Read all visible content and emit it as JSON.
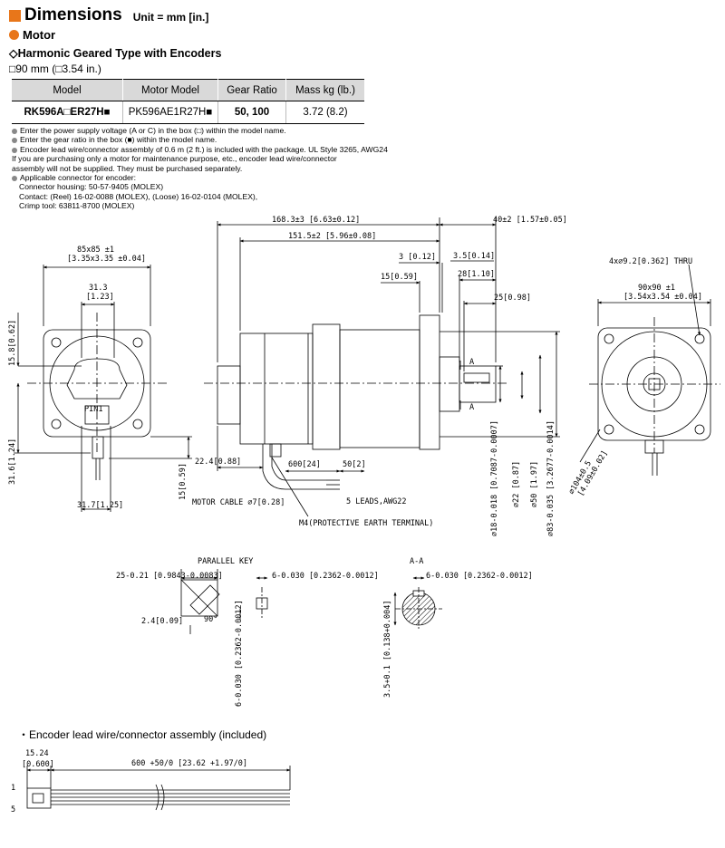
{
  "header": {
    "title": "Dimensions",
    "unit": "Unit = mm [in.]"
  },
  "section": "Motor",
  "subtitle": "◇Harmonic Geared Type with Encoders",
  "frame_size": "□90 mm (□3.54 in.)",
  "table": {
    "headers": [
      "Model",
      "Motor Model",
      "Gear Ratio",
      "Mass kg (lb.)"
    ],
    "row": [
      "RK596A□ER27H■",
      "PK596AE1R27H■",
      "50, 100",
      "3.72 (8.2)"
    ]
  },
  "notes": [
    "Enter the power supply voltage (A or C) in the box (□) within the model name.",
    "Enter the gear ratio in the box (■) within the model name.",
    "Encoder lead wire/connector assembly of 0.6 m (2 ft.) is included with the package. UL Style 3265, AWG24",
    "If you are purchasing only a motor for maintenance purpose, etc., encoder lead wire/connector",
    "assembly will not be supplied. They must be purchased separately.",
    "Applicable connector for encoder:",
    "Connector housing: 50-57-9405 (MOLEX)",
    "Contact: (Reel) 16-02-0088 (MOLEX), (Loose) 16-02-0104 (MOLEX),",
    "Crimp tool: 63811-8700 (MOLEX)"
  ],
  "dims": {
    "d85": "85x85 ±1",
    "d85in": "[3.35x3.35 ±0.04]",
    "d313": "31.3",
    "d123": "[1.23]",
    "d158": "15.8[0.62]",
    "d316": "31.6[1.24]",
    "pin1": "PIN1",
    "d317": "31.7[1.25]",
    "d15v": "15[0.59]",
    "d1683": "168.3±3 [6.63±0.12]",
    "d1515": "151.5±2 [5.96±0.08]",
    "d40": "40±2 [1.57±0.05]",
    "d3": "3 [0.12]",
    "d35": "3.5[0.14]",
    "d15h": "15[0.59]",
    "d28": "28[1.10]",
    "d25h": "25[0.98]",
    "secA1": "A",
    "secA2": "A",
    "d224": "22.4[0.88]",
    "d600": "600[24]",
    "d50": "50[2]",
    "cable": "MOTOR CABLE ∅7[0.28]",
    "leads": "5 LEADS,AWG22",
    "m4": "M4(PROTECTIVE EARTH TERMINAL)",
    "phi18": "∅18-0.018 [0.7087-0.0007]",
    "phi22": "∅22 [0.87]",
    "phi50": "∅50 [1.97]",
    "phi83": "∅83-0.035 [3.2677-0.0014]",
    "holes": "4x∅9.2[0.362] THRU",
    "d90": "90x90 ±1",
    "d90in": "[3.54x3.54 ±0.04]",
    "pcd": "∅104±0.5",
    "pcdin": "[4.09±0.02]",
    "pkTitle": "PARALLEL KEY",
    "pk25": "25-0.21 [0.9843-0.0083]",
    "pk6h": "6-0.030 [0.2362-0.0012]",
    "pk24": "2.4[0.09]",
    "pk90": "90°",
    "pk6v": "6-0.030 [0.2362-0.0012]",
    "aaTitle": "A-A",
    "aa6": "6-0.030 [0.2362-0.0012]",
    "aa35": "3.5+0.1 [0.138+0.004]"
  },
  "encoder": {
    "title": "・Encoder lead wire/connector assembly (included)",
    "d1524": "15.24",
    "d1524in": "[0.600]",
    "d600": "600 +50/0 [23.62 +1.97/0]",
    "pin1": "1",
    "pin5": "5"
  },
  "colors": {
    "accent": "#e8761a",
    "header_bg": "#d9d9d9"
  }
}
